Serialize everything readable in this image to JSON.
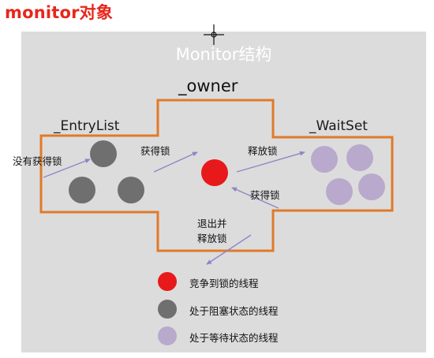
{
  "heading": "monitor对象",
  "panel_title": "Monitor结构",
  "regions": {
    "owner": "_owner",
    "entry_list": "_EntryList",
    "wait_set": "_WaitSet"
  },
  "arrows": {
    "no_lock": "没有获得锁",
    "acquire_from_entry": "获得锁",
    "release": "释放锁",
    "acquire_from_wait": "获得锁",
    "exit_release_line1": "退出并",
    "exit_release_line2": "释放锁"
  },
  "legend": [
    {
      "color": "#e8191a",
      "text": "竞争到锁的线程"
    },
    {
      "color": "#6f6f6f",
      "text": "处于阻塞状态的线程"
    },
    {
      "color": "#b9a9cc",
      "text": "处于等待状态的线程"
    }
  ],
  "colors": {
    "outline": "#e07a2a",
    "arrow": "#8e86c8",
    "owner_thread": "#e8191a",
    "blocked_thread": "#6f6f6f",
    "waiting_thread": "#b9a9cc"
  }
}
